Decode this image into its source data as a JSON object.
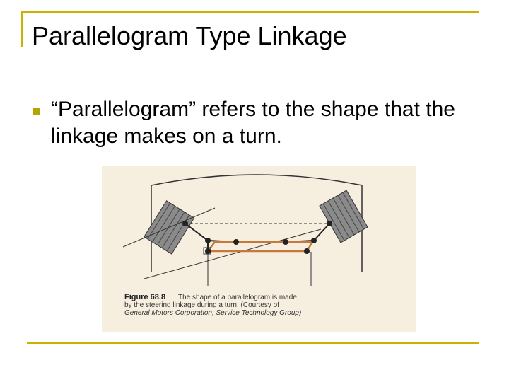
{
  "slide": {
    "title": "Parallelogram Type Linkage",
    "bullet": "“Parallelogram” refers to the shape that the linkage makes on a turn."
  },
  "figure": {
    "caption_label": "Figure 68.8",
    "caption_line1": "The shape of a parallelogram is made",
    "caption_line2": "by the steering linkage during a turn. (Courtesy of",
    "caption_line3": "General Motors Corporation, Service Technology Group)"
  },
  "colors": {
    "accent": "#c8b400",
    "bullet": "#b8a400",
    "figure_background": "#f6efe0",
    "linkage": "#c8783a"
  }
}
